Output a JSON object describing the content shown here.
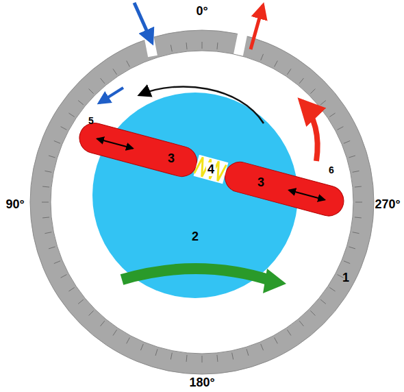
{
  "diagram": {
    "labels": [
      "0°",
      "90°",
      "270°",
      "180°",
      "5",
      "3",
      "4",
      "3",
      "6",
      "2",
      "1"
    ]
  }
}
